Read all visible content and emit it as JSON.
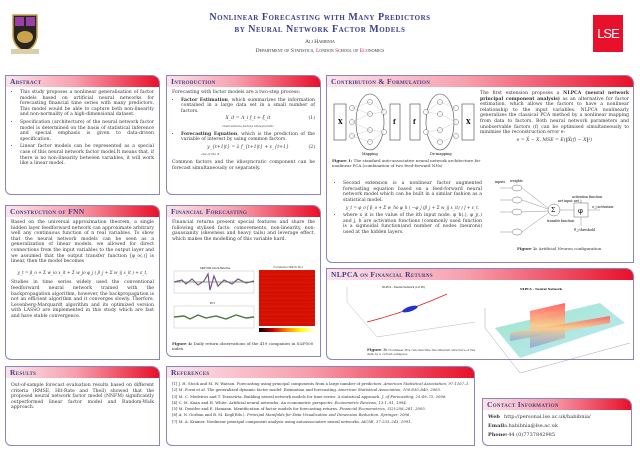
{
  "header": {
    "title_line1": "Nonlinear Forecasting with Many Predictors",
    "title_line2": "by Neural Network Factor Models",
    "author": "Ali Habibnia",
    "dept_prefix": "Department of Statistics, ",
    "dept_l": "L",
    "dept_1": "ondon ",
    "dept_s": "S",
    "dept_2": "chool of ",
    "dept_e": "E",
    "dept_3": "conomics",
    "lse_logo": "LSE"
  },
  "abstract": {
    "title": "Abstract",
    "items": [
      "This study proposes a nonlinear generalisation of factor models based on artificial neural networks for forecasting financial time series with many predictors. This model would be able to capture both non-linearity and non-normality of a high-dimensional dataset.",
      "Specification (architecture) of the neural network factor model is determined on the basis of statistical inference and special emphasis is given to data-driven specification.",
      "Linear factor models can be represented as a special case of this neural network factor model.It means that, if there is no non-linearity between variables, it will work like a linear model."
    ]
  },
  "intro": {
    "title": "Introduction",
    "lead": "Forecasting with factor models are a two-step process:",
    "b1_bold": "Factor Estimation",
    "b1": ", which summarizes the information contained in a large data set in a small number of factors.",
    "eq1": "X_it = Λ_i f_t + ξ_it",
    "eq1_num": "(1)",
    "eq1_labels": "observations   factors   idiosyncratic",
    "b2_bold": "Forecasting Equation",
    "b2": ", which is the prediction of the variable of interest by using common factors.",
    "eq2": "y_{t+1|t} = λ f_{t+1|t} + ε_{t+1}",
    "eq2_num": "(2)",
    "eq2_label": "one of the X",
    "outro": "Common factors and the idiosyncratic component can be forecast simultaneously or separately."
  },
  "contrib": {
    "title": "Contribution & Formulation",
    "fig1_labels": {
      "x": "X",
      "f": "f",
      "mapping": "Mapping",
      "demapping": "De-mapping"
    },
    "fig1_caption_label": "Figure 1:",
    "fig1_caption": " The standard auto-associative neural network architecture for nonlinear PCA (combination of two feed-forward NNs)",
    "p1_pre": "The first extension proposes a ",
    "p1_bold": "NLPCA (neural network principal component analysis)",
    "p1": " as an alternative for factor estimation, which allows the factors to have a nonlinear relationship to the input variables. NLPCA nonlinearly generalizes the classical PCA method by a nonlinear mapping from data to factors. Both neural network parameters and unobservable factors (f) can be optimised simultaneously to minimise the reconstruction error e:",
    "eq_mse": "e = X̂ − X,   MSE = E(‖X̂(f) − X‖²)",
    "b1": "Second extension is a nonlinear factor augmented forecasting equation based on a feed-forward neural network model which can be built in a similar fashion as a statistical model.",
    "eq_nn": "y_t = φ_o [ β_o + Σ w_ho φ_h ( −φ_j (β_j + Σ w_ij x_it) ) ] + ε_t,",
    "b2": "where x_it is the value of the ith input node. φ_h(.), φ_j(.) and j, h are activation functions (commonly used function is a sigmoidal function)and number of nodes (neurons) used at the hidden layers.",
    "fig2_labels": {
      "inputs": "inputs",
      "weights": "weights",
      "sum": "Σ",
      "net": "net input net_j",
      "transfer": "transfer function",
      "activation_fn": "activation function",
      "phi": "φ",
      "activation": "o_j activation",
      "threshold": "θ_j threshold"
    },
    "fig2_caption_label": "Figure 2:",
    "fig2_caption": " Artificial Neuron configuration"
  },
  "fnn": {
    "title": "Construction of FNN",
    "p1": "Based on the universal approximation theorem, a single hidden layer feedforward network can approximate arbitrary well any continuous function of n real variables. To show that the neural network models can be seen as a generalization of linear models, we allowed for direct connections from the input variables to the output layer and we assumed that the output transfer function [φ_o(.)] is linear, then the model becomes",
    "eq": "y_t = β_o + Σ w_io x_it + Σ w_jo φ_j ( β_j + Σ w_ij x_it ) + ε_t,",
    "p2": "Studies in time series widely used the conventional feedforward neural network trained with the backpropagation algorithm, however, the backpropagation is not an efficient algorithm and it converges slowly. Therfore, Levenberg-Marquardt algorithm and its optimized version with LASSO are implemented in this study which are fast and have stable convergence."
  },
  "finance": {
    "title": "Financial Forecasting",
    "p": "Financial returns present special features and share the following stylised facts: comovements, non-linearity, non-gaussianity (skewness and heavy tails) and leverage effect, which makes the modelling of this variable hard.",
    "plot1_title": "S&P 500 Stock Returns",
    "plot2_title": "PC1",
    "heatmap_title": "Correlation Matrix Plot",
    "fig4_caption_label": "Figure 4:",
    "fig4_caption": " Daily return observations of the 419 companies in S&P500 index"
  },
  "nlpca": {
    "title": "NLPCA on Financial Returns",
    "plot_left_title": "NLPCA - Neural Network (1st PC)",
    "plot_right_title": "NLPCA - Neural Network",
    "fig3_caption_label": "Figure 3:",
    "fig3_caption": " Nonlinear PCs can describe the inherent structure of the data by a curved subspace"
  },
  "results": {
    "title": "Results",
    "p": "Out-of-sample forecast evaluation results based on different criteria (RMSE, Hit-Rate and Theil) showed that the proposed neural network factor model (NNFM) significantly outperformed linear factor model and Random-Walk approach."
  },
  "references": {
    "title": "References",
    "items": [
      {
        "n": "[1]",
        "t": "J. H. Stock and M. W. Watson. Forecasting using principal components from a large number of predictors. ",
        "j": "American Statistical Association, 97:1167–1179, 2002."
      },
      {
        "n": "[2]",
        "t": "M. Forni et al. The generalized dynamic factor model: Estimation and forecasting. ",
        "j": "American Statistical Association, 100:830–840, 2005."
      },
      {
        "n": "[3]",
        "t": "M. C. Medeiros and T. Terasvirta. Building neural network models for time series: A statistical approach. ",
        "j": "J. of Forecasting, 25:49–75, 2006."
      },
      {
        "n": "[4]",
        "t": "C. M. Kuan and H. White. Artificial neural networks: An econometric perspectiv. ",
        "j": "Econometric Reviews, 13:1–91, 1994."
      },
      {
        "n": "[5]",
        "t": "M. Deistler and E. Hamann. Identification of factor models for forecasting returns. ",
        "j": "Financial Econometrics, 3(2):256–281, 2005."
      },
      {
        "n": "[6]",
        "t": "A. N. Gorban and B. M. Kegl(Eds.). ",
        "j": "Principal Manifolds for Data Visualization and Dimension Reduction. Springer, 2006."
      },
      {
        "n": "[7]",
        "t": "M. A. Kramer. Nonlinear principal component analysis using autoassociative neural networks. ",
        "j": "AIChE, 37:233–243, 1991."
      }
    ]
  },
  "contact": {
    "title": "Contact Information",
    "web_label": "Web",
    "web": "http://personal.lse.ac.uk/habibnia/",
    "email_label": "Email",
    "email": "a.habibnia@lse.ac.uk",
    "phone_label": "Phone",
    "phone": "+44 (0)7737842985"
  },
  "colors": {
    "accent_blue": "#3a3f8c",
    "accent_red": "#e8102a",
    "lse_red": "#e8102a"
  }
}
